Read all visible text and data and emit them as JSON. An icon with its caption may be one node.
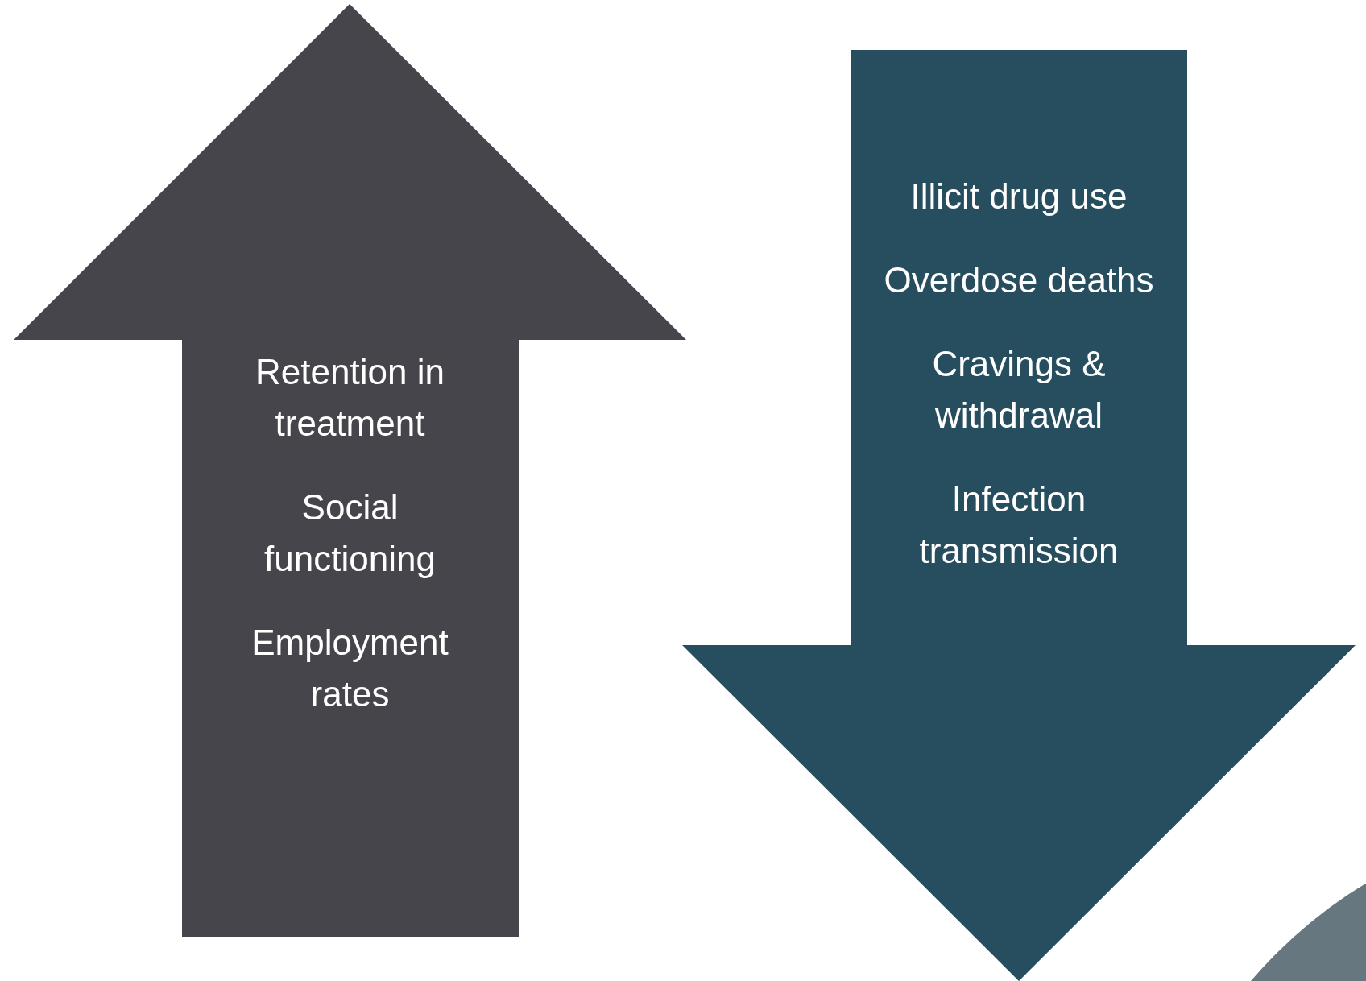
{
  "diagram": {
    "nodes": [
      {
        "text": [
          "Retention in treatment",
          "Social functioning",
          "Employment rates"
        ]
      },
      {
        "text": [
          "Illicit drug use",
          "Overdose deaths",
          "Cravings & withdrawal",
          "Infection transmission"
        ]
      }
    ]
  }
}
